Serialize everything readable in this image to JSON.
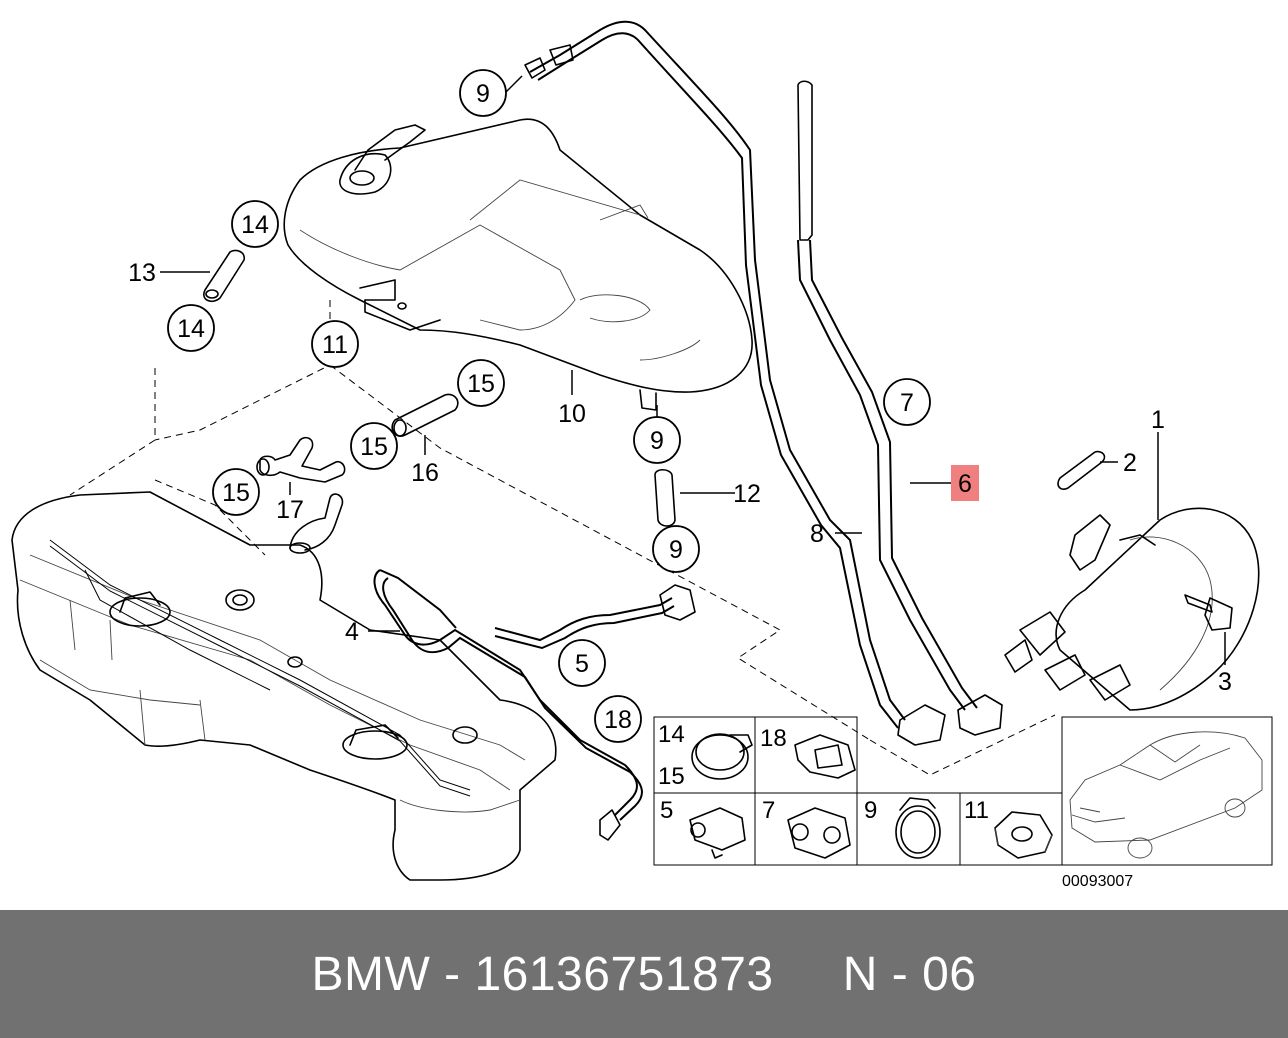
{
  "diagram": {
    "labels": {
      "p1": "1",
      "p2": "2",
      "p3": "3",
      "p4": "4",
      "p5": "5",
      "p6": "6",
      "p7": "7",
      "p8": "8",
      "p9a": "9",
      "p9b": "9",
      "p9c": "9",
      "p10": "10",
      "p11": "11",
      "p12": "12",
      "p13": "13",
      "p14a": "14",
      "p14b": "14",
      "p15a": "15",
      "p15b": "15",
      "p15c": "15",
      "p16": "16",
      "p17": "17",
      "p18": "18"
    },
    "highlight_color": "#f08080",
    "inset_labels": {
      "c14": "14",
      "c15": "15",
      "c18": "18",
      "c5": "5",
      "c7": "7",
      "c9": "9",
      "c11": "11"
    },
    "image_code": "00093007"
  },
  "footer": {
    "text": "BMW - 16136751873     N - 06",
    "background": "#717171",
    "color": "#ffffff"
  }
}
